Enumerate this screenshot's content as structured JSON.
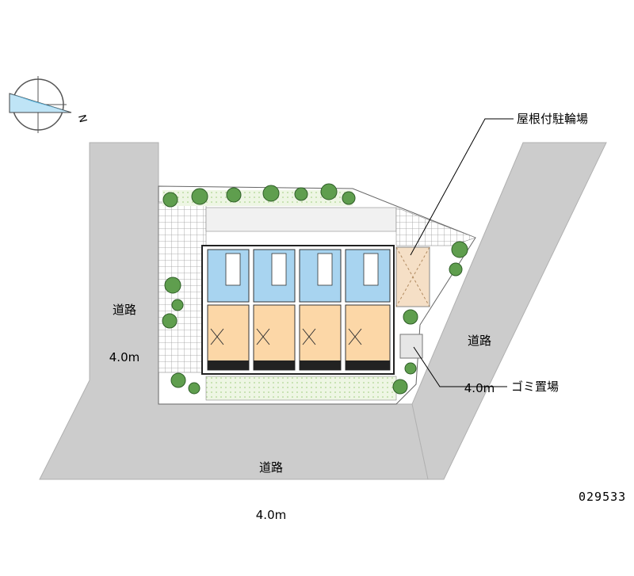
{
  "roads": {
    "left": {
      "name": "道路",
      "width": "4.0m"
    },
    "right": {
      "name": "道路",
      "width": "4.0m"
    },
    "bottom": {
      "name": "道路",
      "width": "4.0m"
    }
  },
  "callouts": {
    "bicycle_parking": "屋根付駐輪場",
    "garbage_area": "ゴミ置場"
  },
  "compass": {
    "north_letter": "N",
    "icon": "compass-icon"
  },
  "property_code": "029533",
  "colors": {
    "road": "#cccccc",
    "wet_area": "#a8d4f0",
    "room": "#fcd7a7",
    "tree": "#5f9e4e",
    "grid": "#999999"
  }
}
